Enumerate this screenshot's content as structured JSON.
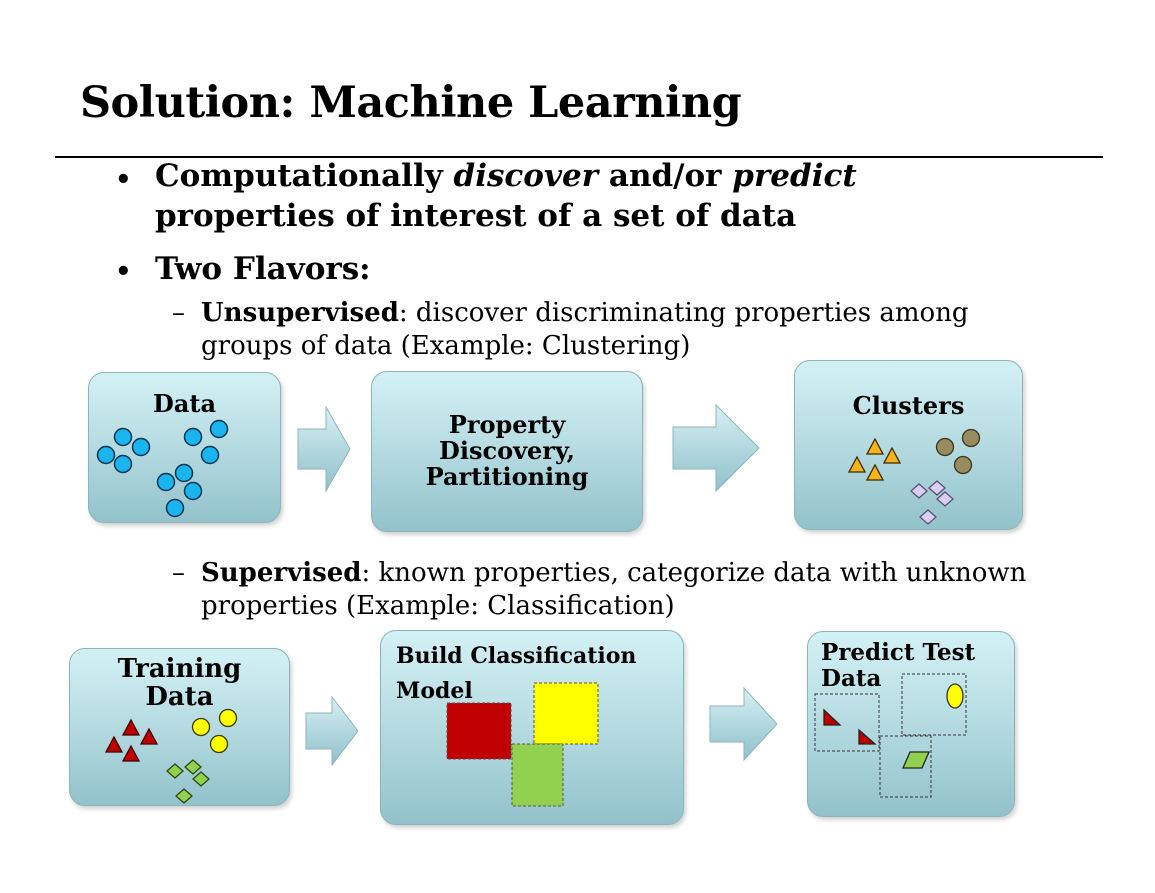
{
  "title": "Solution: Machine Learning",
  "bullets": [
    {
      "marker": "•",
      "parts": [
        "Computationally ",
        "discover",
        " and/or ",
        "predict"
      ],
      "line2": "properties of interest of a set of data"
    },
    {
      "marker": "•",
      "text": "Two Flavors:"
    }
  ],
  "unsupervised": {
    "dash": "–",
    "term": "Unsupervised",
    "rest": ": discover discriminating properties among",
    "line2": "groups of data (Example: Clustering)",
    "boxes": [
      "Data",
      "Property",
      "Discovery,",
      "Partitioning",
      "Clusters"
    ]
  },
  "supervised": {
    "dash": "–",
    "term": "Supervised",
    "rest": ": known properties, categorize data with unknown",
    "line2": "properties (Example: Classification)",
    "boxes": [
      "Training",
      "Data",
      "Build Classification",
      "Model",
      "Predict Test",
      "Data"
    ]
  },
  "colors": {
    "circle_blue": "#1ab4ee",
    "triangle_orange": "#f7b41a",
    "circle_olive": "#978b5f",
    "diamond_lavender": "#d9cff0",
    "triangle_red": "#c00000",
    "circle_yellow": "#ffff00",
    "diamond_green": "#92d050"
  }
}
